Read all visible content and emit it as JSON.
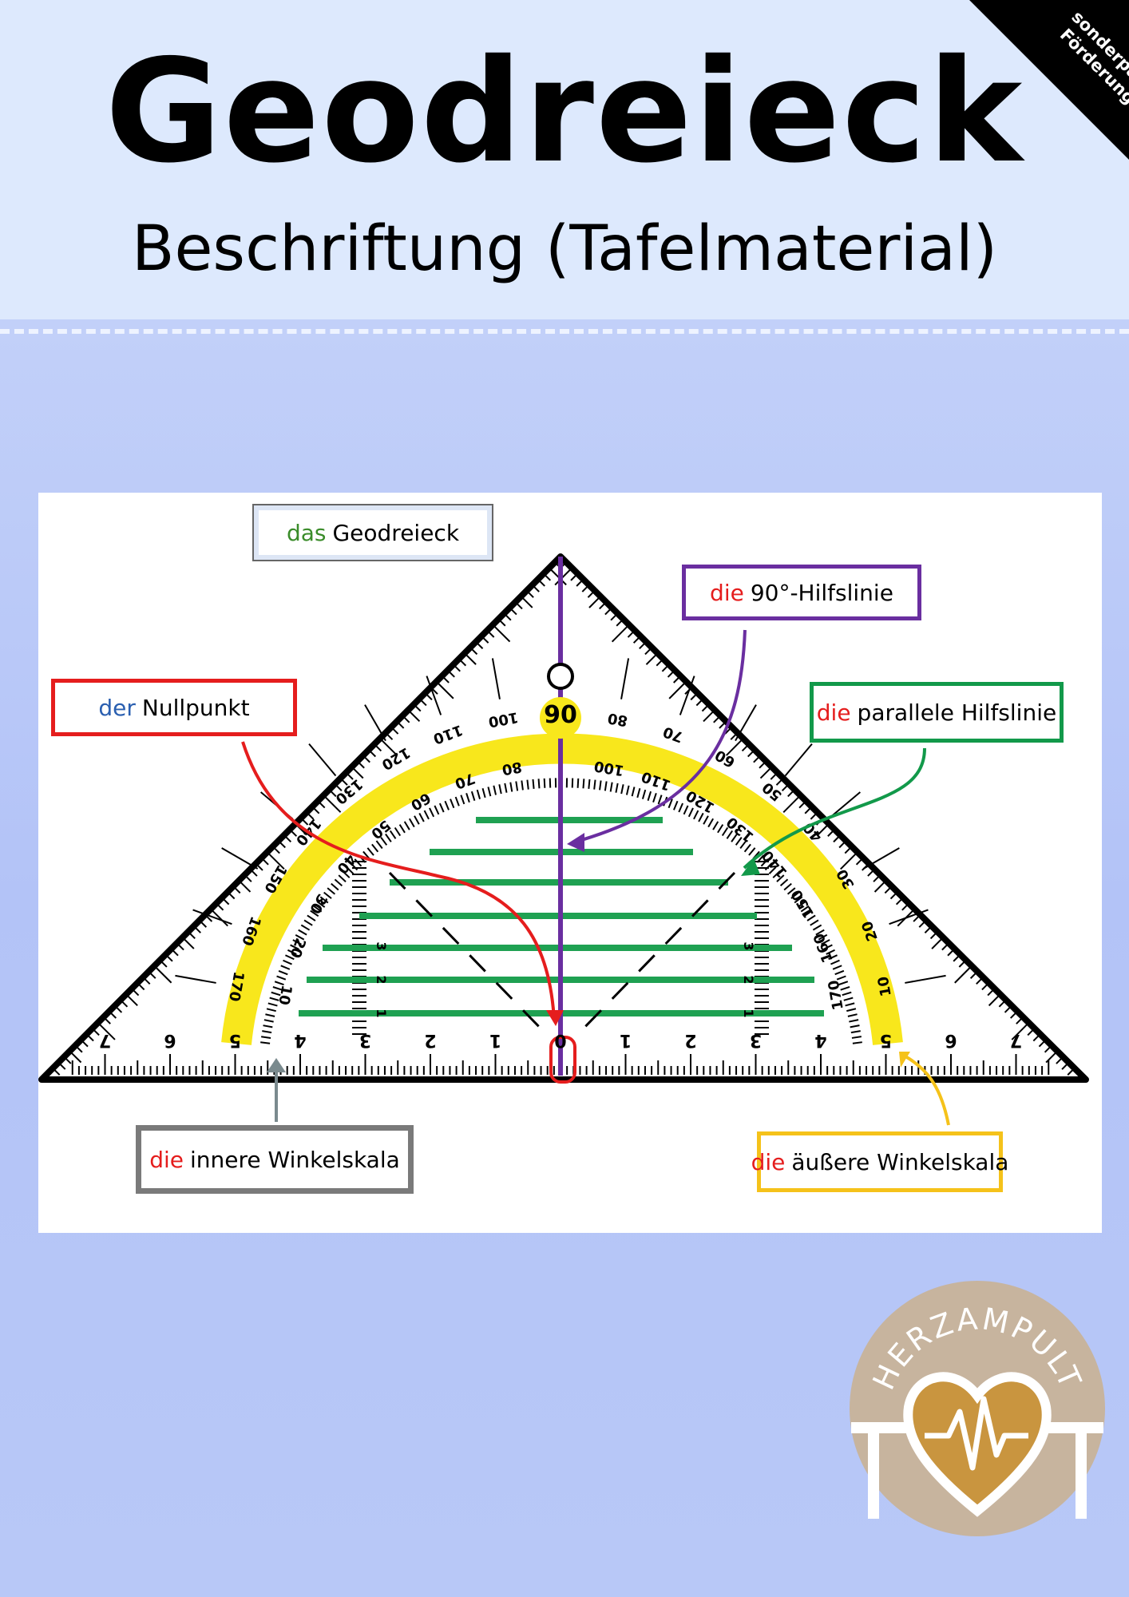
{
  "header": {
    "title": "Geodreieck",
    "subtitle": "Beschriftung (Tafelmaterial)",
    "corner_badge": "sonderpäd. Förderung"
  },
  "labels": {
    "geodreieck": {
      "article": "das",
      "text": "Geodreieck",
      "article_color": "#3a8c2a",
      "border_color": "#666666"
    },
    "hilfslinie90": {
      "article": "die",
      "text": "90°-Hilfslinie",
      "article_color": "#e51d1d",
      "border_color": "#6a2ea0"
    },
    "nullpunkt": {
      "article": "der",
      "text": "Nullpunkt",
      "article_color": "#2a5fb0",
      "border_color": "#e51d1d"
    },
    "parallel": {
      "article": "die",
      "text": "parallele Hilfslinie",
      "article_color": "#e51d1d",
      "border_color": "#12994a"
    },
    "inner": {
      "article": "die",
      "text": "innere Winkelskala",
      "article_color": "#e51d1d",
      "border_color": "#7a7a7a"
    },
    "outer": {
      "article": "die",
      "text": "äußere Winkelskala",
      "article_color": "#e51d1d",
      "border_color": "#f5c21a"
    }
  },
  "ruler": {
    "cm_left": [
      "7",
      "6",
      "5",
      "4",
      "3",
      "2",
      "1"
    ],
    "zero": "0",
    "cm_right": [
      "1",
      "2",
      "3",
      "4",
      "5",
      "6",
      "7"
    ],
    "outer_scale": [
      "170",
      "160",
      "150",
      "140",
      "130",
      "120",
      "110",
      "100",
      "90",
      "80",
      "70",
      "60",
      "50",
      "40",
      "30",
      "20",
      "10"
    ],
    "inner_scale": [
      "10",
      "20",
      "30",
      "40",
      "50",
      "60",
      "70",
      "80",
      "100",
      "110",
      "120",
      "130",
      "140",
      "150",
      "160",
      "170"
    ],
    "vertical_marks": [
      "1",
      "2",
      "3"
    ]
  },
  "logo": {
    "text": "HERZAMPULT",
    "icon": "heart-pulse-icon",
    "colors": {
      "circle": "#c7b49e",
      "heart": "#c9953f"
    }
  },
  "colors": {
    "yellow_arc": "#f8e71c",
    "green_lines": "#1fa152",
    "purple_line": "#6a2ea0",
    "red_marker": "#e51d1d"
  }
}
